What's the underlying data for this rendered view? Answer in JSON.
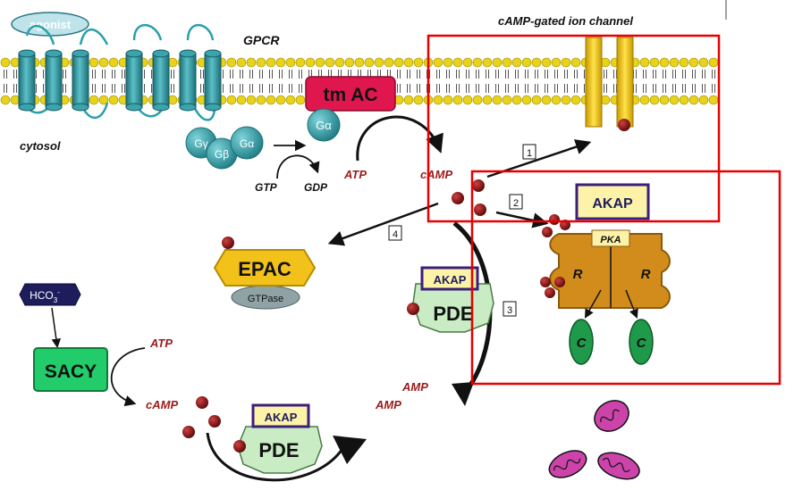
{
  "labels": {
    "agonist": "agonist",
    "gpcr": "GPCR",
    "cytosol": "cytosol",
    "tm_ac": "tm AC",
    "g_alpha_ac": "Gα",
    "g_gamma": "Gγ",
    "g_beta": "Gβ",
    "g_alpha": "Gα",
    "gtp": "GTP",
    "gdp": "GDP",
    "atp_top": "ATP",
    "camp_top": "cAMP",
    "channel": "cAMP-gated ion channel",
    "akap_pka": "AKAP",
    "pka": "PKA",
    "r_left": "R",
    "r_right": "R",
    "c_left": "C",
    "c_right": "C",
    "epac": "EPAC",
    "gtpase": "GTPase",
    "akap_pde_right": "AKAP",
    "pde_right": "PDE",
    "akap_pde_bottom": "AKAP",
    "pde_bottom": "PDE",
    "hco3": "HCO",
    "hco3_sub": "3",
    "hco3_sup": "-",
    "sacy": "SACY",
    "atp_left": "ATP",
    "camp_left": "cAMP",
    "amp_1": "AMP",
    "amp_2": "AMP",
    "step_1": "1",
    "step_2": "2",
    "step_3": "3",
    "step_4": "4"
  },
  "colors": {
    "membrane_head": "#e8d21a",
    "receptor": "#2e8f98",
    "tm_ac": "#e0174f",
    "camp_dot": "#8b1616",
    "highlight_box": "#e60000",
    "pka_body": "#d18c1c",
    "akap_fill": "#fdf3a8",
    "akap_border": "#3b1f7a",
    "catalytic": "#1e9a4a",
    "epac": "#f3c21a",
    "pde": "#c9ecc4",
    "sacy": "#22cc6a",
    "hco3": "#1d1d5e",
    "mito": "#cc44aa"
  }
}
